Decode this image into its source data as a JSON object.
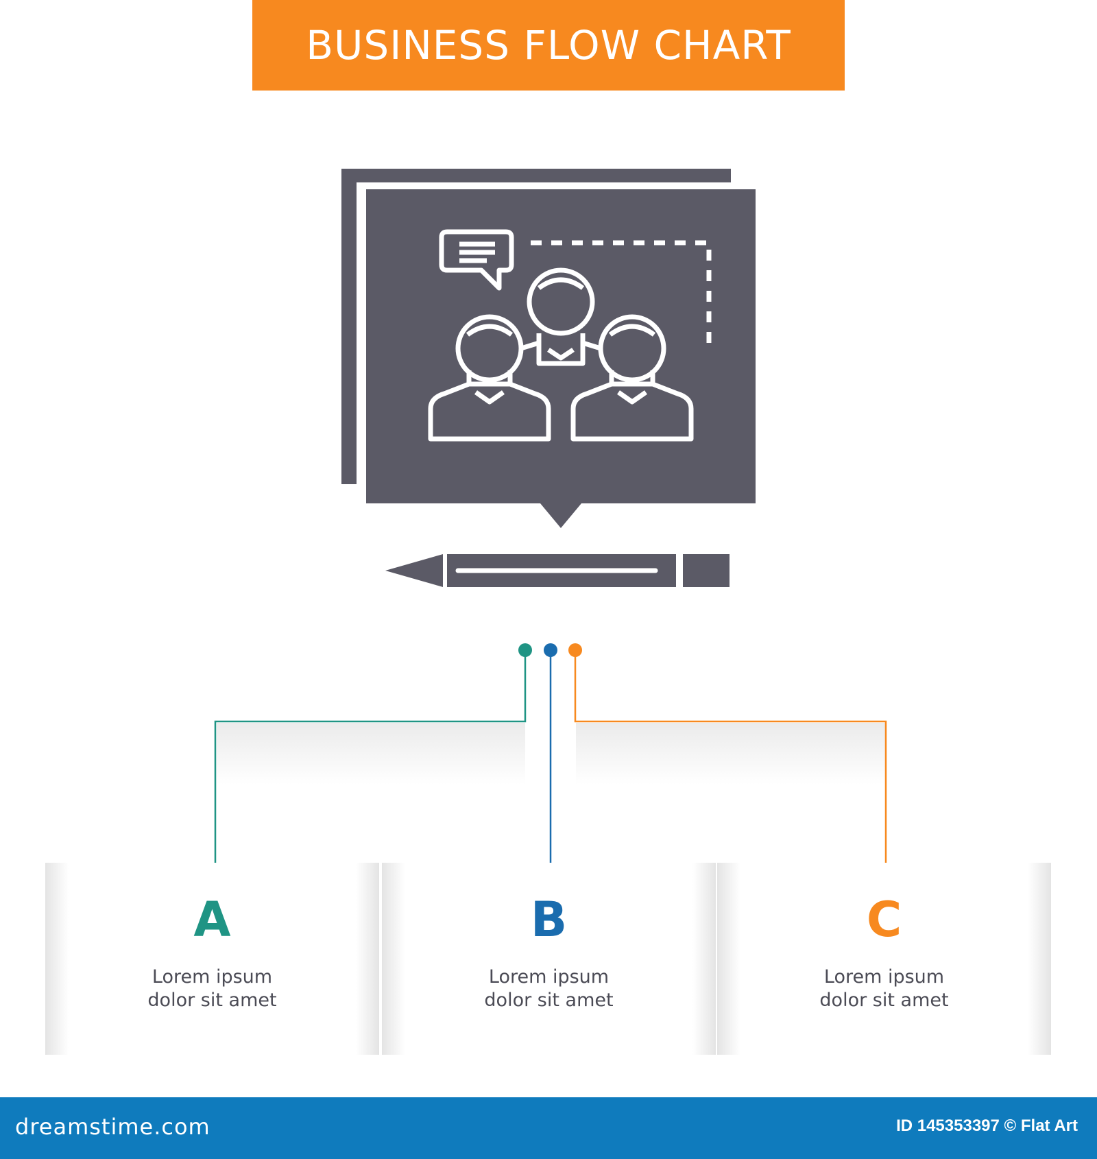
{
  "header": {
    "title": "BUSINESS FLOW CHART"
  },
  "colors": {
    "accent": "#f7891f",
    "teal": "#1f9484",
    "blue": "#1a6cae",
    "orange": "#f7891f",
    "icon": "#5b5a66",
    "footer": "#0f7bbd"
  },
  "illustration": {
    "icon": "team-meeting-board-icon"
  },
  "options": [
    {
      "letter": "A",
      "line1": "Lorem ipsum",
      "line2": "dolor sit amet",
      "color": "teal"
    },
    {
      "letter": "B",
      "line1": "Lorem ipsum",
      "line2": "dolor sit amet",
      "color": "blue"
    },
    {
      "letter": "C",
      "line1": "Lorem ipsum",
      "line2": "dolor sit amet",
      "color": "orange"
    }
  ],
  "footer": {
    "logo": "dreamstime.com",
    "id_text": "ID 145353397 © Flat Art"
  }
}
